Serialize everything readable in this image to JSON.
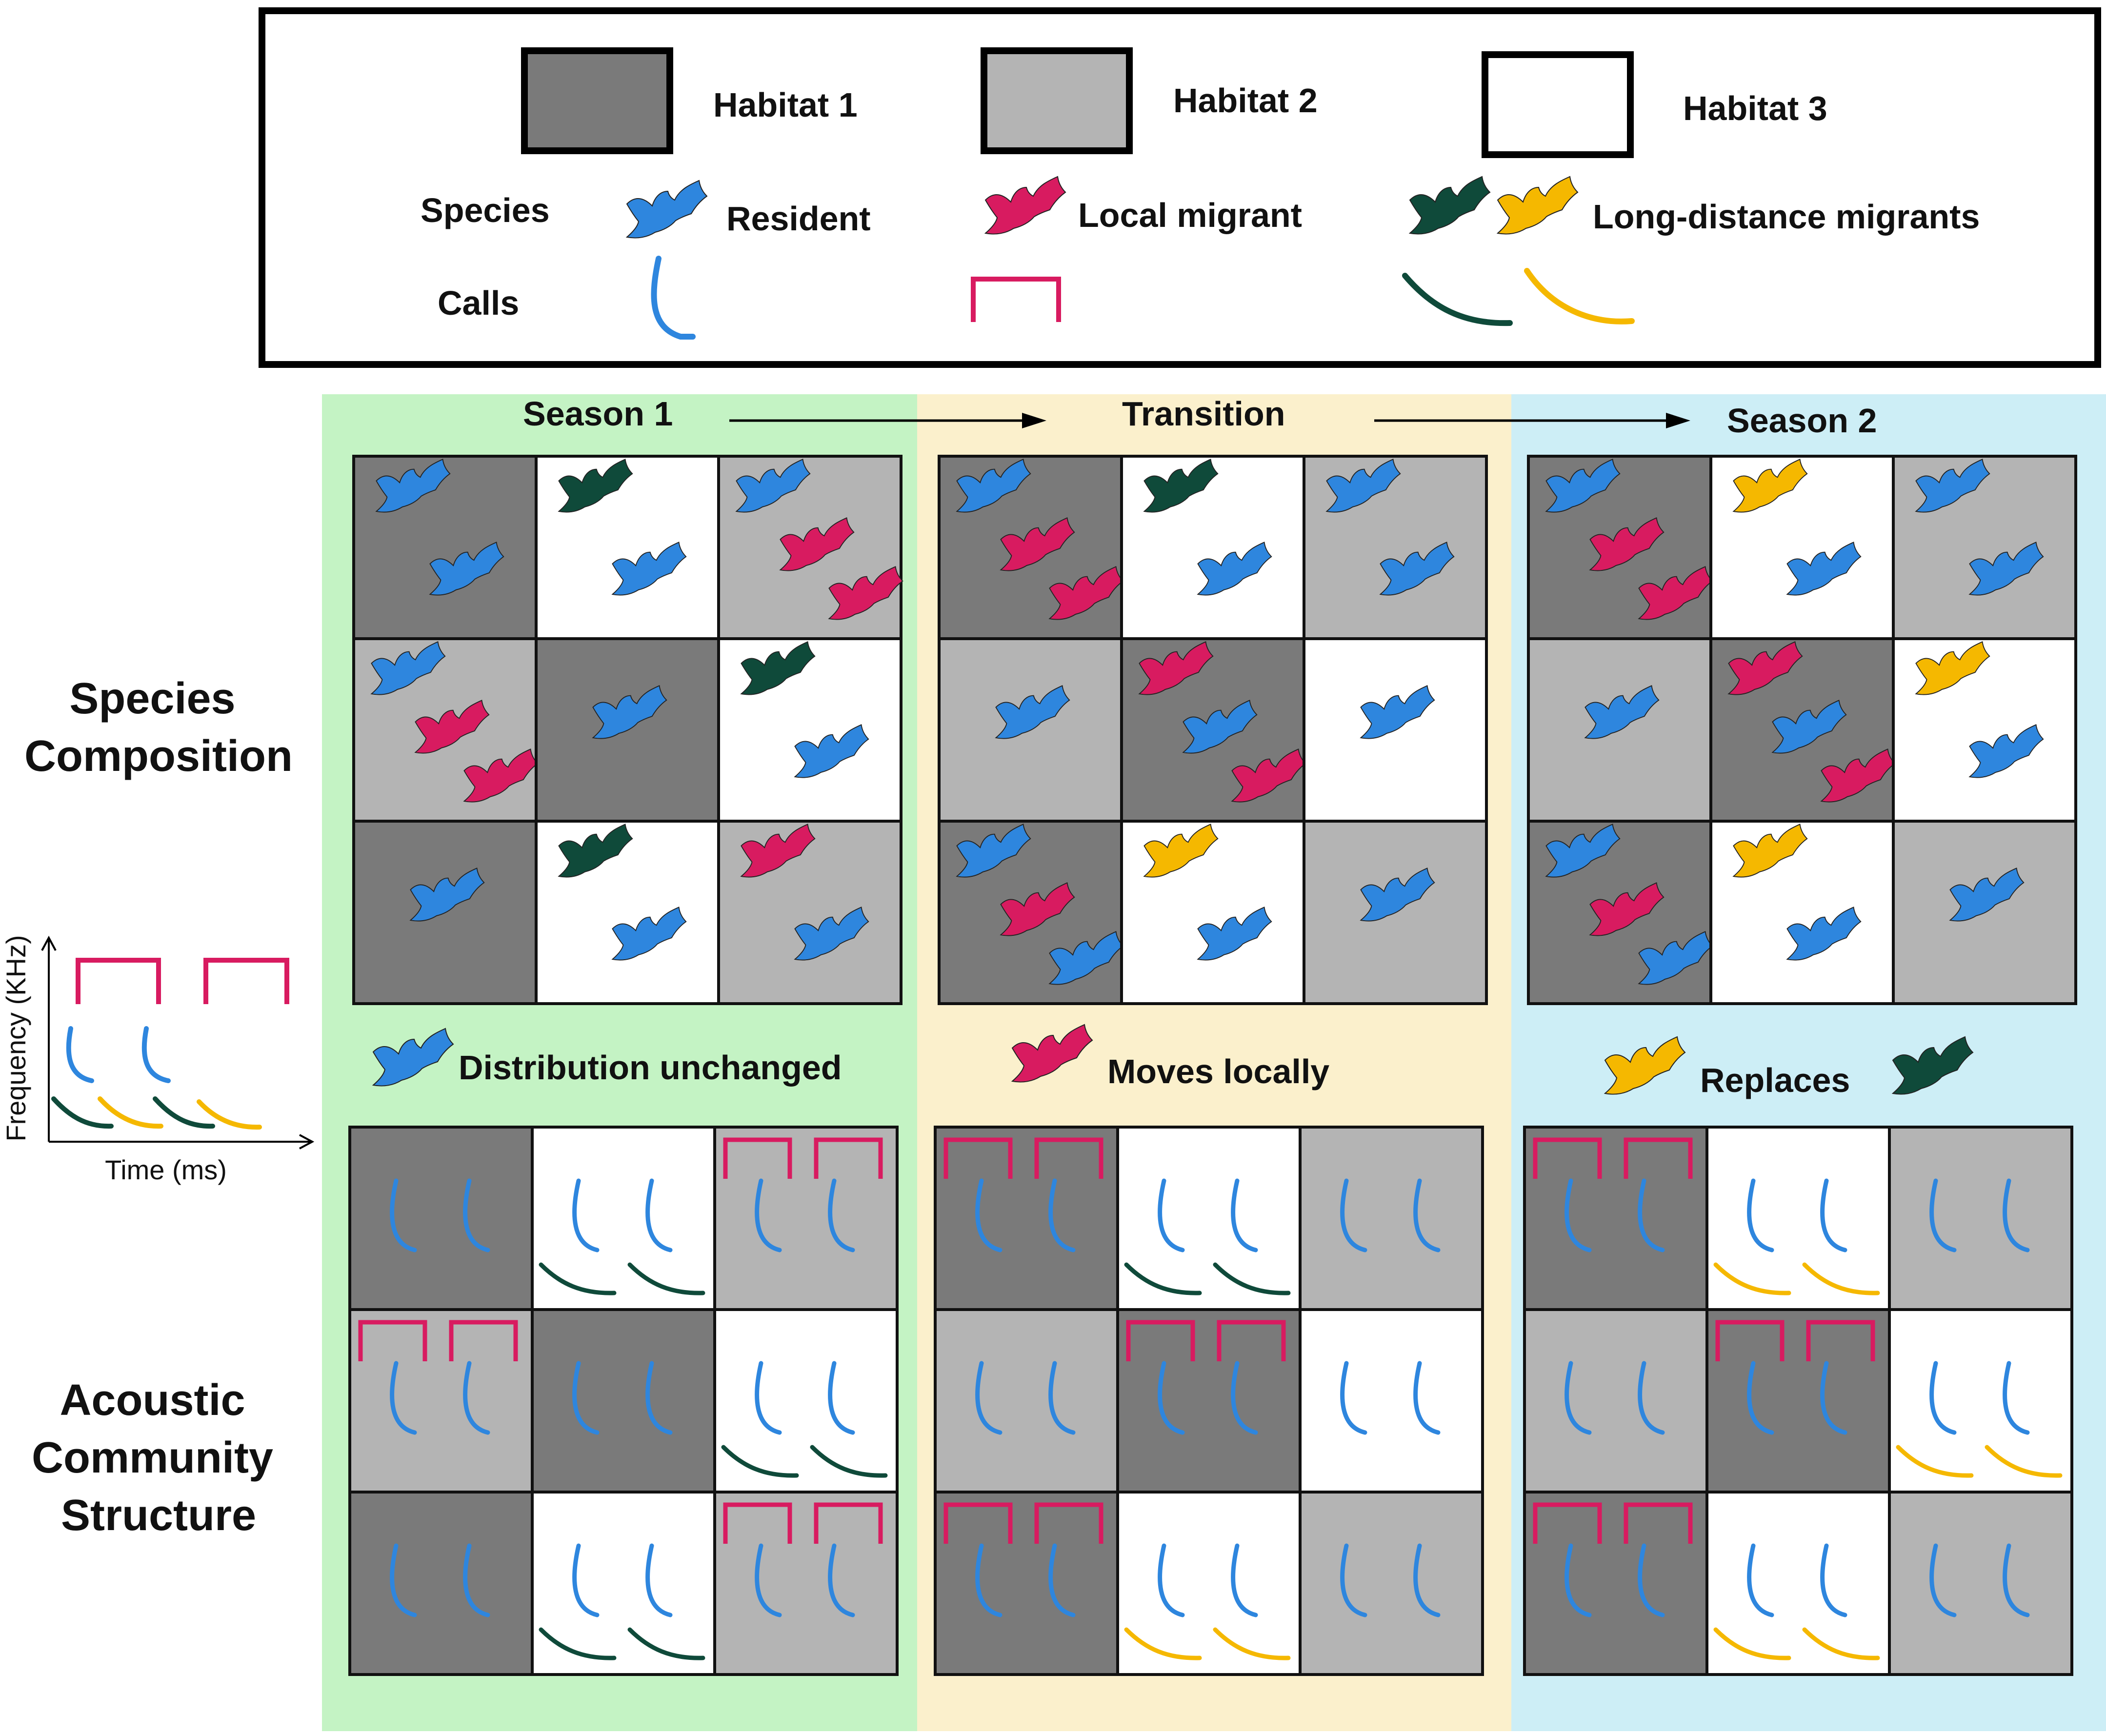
{
  "legend": {
    "habitats": [
      {
        "label": "Habitat 1",
        "color": "#7a7a7a"
      },
      {
        "label": "Habitat 2",
        "color": "#b4b4b4"
      },
      {
        "label": "Habitat 3",
        "color": "#ffffff"
      }
    ],
    "species_title": "Species",
    "calls_title": "Calls",
    "resident": "Resident",
    "local_migrant": "Local migrant",
    "long_distance": "Long-distance migrants"
  },
  "colors": {
    "resident": "#2e86de",
    "local": "#d81b60",
    "ld_green": "#0f4a3a",
    "ld_yellow": "#f5b800",
    "season1_bg": "#c4f3c4",
    "transition_bg": "#fbf0cc",
    "season2_bg": "#cdeef6",
    "habitat1": "#7a7a7a",
    "habitat2": "#b4b4b4",
    "habitat3": "#ffffff"
  },
  "headers": [
    "Season 1",
    "Transition",
    "Season 2"
  ],
  "row_labels": {
    "species": [
      "Species",
      "Composition"
    ],
    "acoustic": [
      "Acoustic",
      "Community",
      "Structure"
    ]
  },
  "captions": {
    "season1": "Distribution unchanged",
    "transition": "Moves locally",
    "season2": "Replaces"
  },
  "spectrogram": {
    "ylabel": "Frequency (KHz)",
    "xlabel": "Time (ms)"
  },
  "habitat_layout": [
    [
      1,
      3,
      2
    ],
    [
      2,
      1,
      3
    ],
    [
      1,
      3,
      2
    ]
  ],
  "panels": [
    {
      "name": "season1",
      "cells": [
        [
          "R,R",
          "G,R",
          "R,L,L"
        ],
        [
          "R,L,L",
          "R",
          "G,R"
        ],
        [
          "R",
          "G,R",
          "L,R"
        ]
      ]
    },
    {
      "name": "transition",
      "cells": [
        [
          "R,L,L",
          "G,R",
          "R,R"
        ],
        [
          "R",
          "L,R,L",
          "R"
        ],
        [
          "R,L,R",
          "Y,R",
          "R"
        ]
      ]
    },
    {
      "name": "season2",
      "cells": [
        [
          "R,L,L",
          "Y,R",
          "R,R"
        ],
        [
          "R",
          "L,R,L",
          "Y,R"
        ],
        [
          "R,L,R",
          "Y,R",
          "R"
        ]
      ]
    }
  ]
}
